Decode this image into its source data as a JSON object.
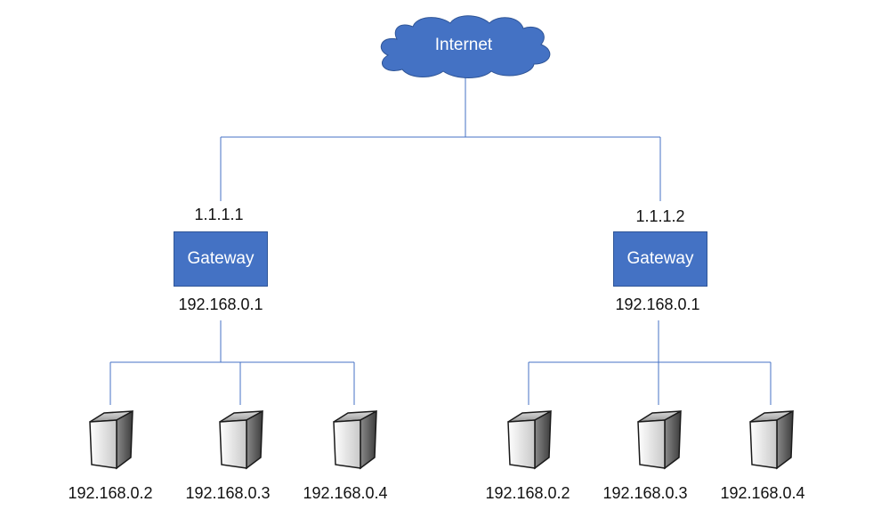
{
  "internet": {
    "label": "Internet",
    "icon": "cloud-icon",
    "color": "#4472c4"
  },
  "link_color": "#4472c4",
  "networks": [
    {
      "gateway": {
        "label": "Gateway",
        "wan_ip": "1.1.1.1",
        "lan_ip": "192.168.0.1",
        "color": "#4472c4"
      },
      "hosts": [
        {
          "ip": "192.168.0.2",
          "icon": "server-icon"
        },
        {
          "ip": "192.168.0.3",
          "icon": "server-icon"
        },
        {
          "ip": "192.168.0.4",
          "icon": "server-icon"
        }
      ]
    },
    {
      "gateway": {
        "label": "Gateway",
        "wan_ip": "1.1.1.2",
        "lan_ip": "192.168.0.1",
        "color": "#4472c4"
      },
      "hosts": [
        {
          "ip": "192.168.0.2",
          "icon": "server-icon"
        },
        {
          "ip": "192.168.0.3",
          "icon": "server-icon"
        },
        {
          "ip": "192.168.0.4",
          "icon": "server-icon"
        }
      ]
    }
  ]
}
